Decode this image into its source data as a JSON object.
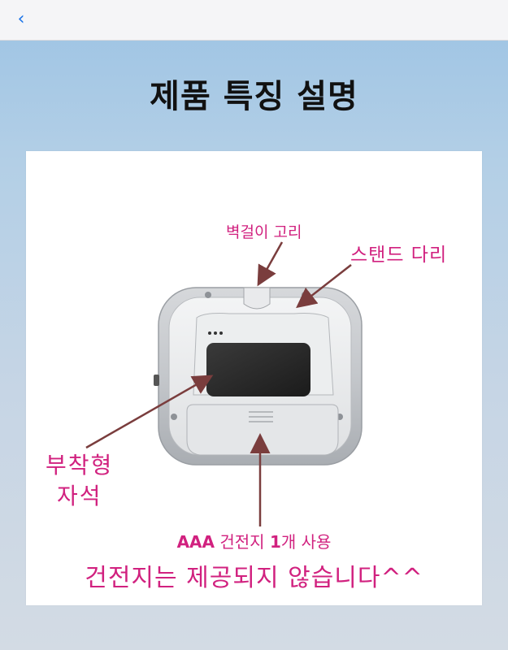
{
  "nav": {
    "back_icon": "chevron-left-icon",
    "back_glyph": "‹",
    "accent_color": "#1a73e8"
  },
  "page": {
    "title": "제품 특징 설명"
  },
  "callouts": {
    "hook": "벽걸이 고리",
    "stand": "스탠드 다리",
    "magnet_line1": "부착형",
    "magnet_line2": "자석",
    "battery_bold_1": "AAA",
    "battery_text_1": " 건전지 ",
    "battery_bold_2": "1",
    "battery_text_2": "개 사용",
    "notice": "건전지는 제공되지 않습니다^^",
    "label_color": "#d1217f"
  }
}
